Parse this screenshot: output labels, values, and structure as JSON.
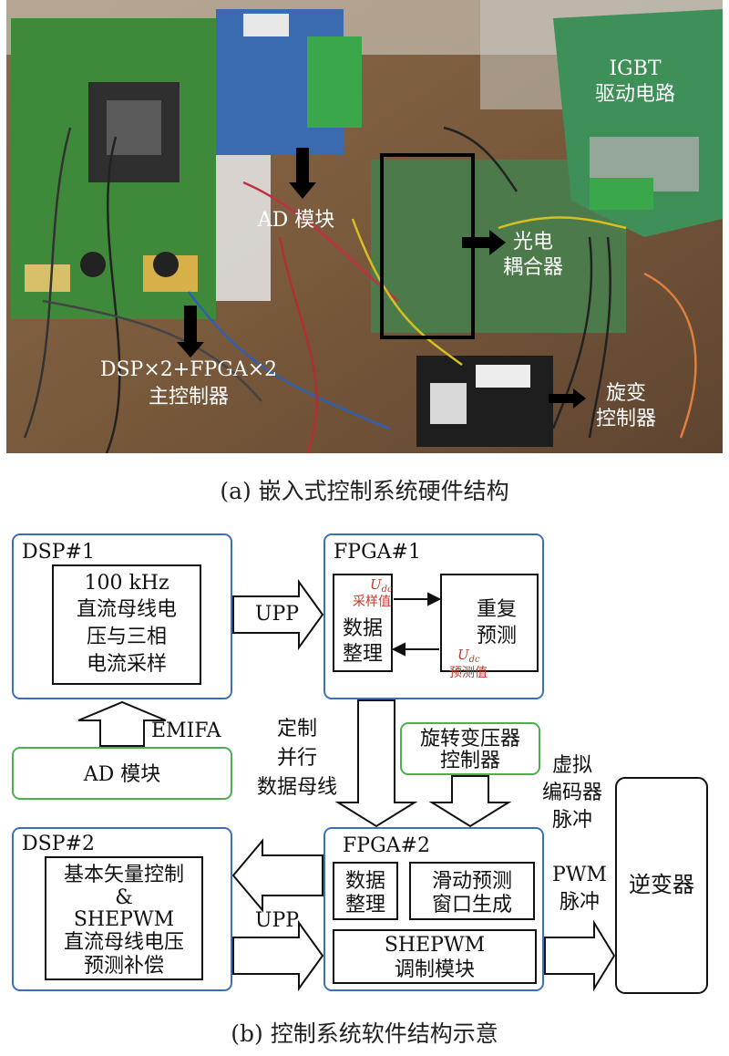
{
  "photo": {
    "labels": {
      "igbt_line1": "IGBT",
      "igbt_line2": "驱动电路",
      "ad": "AD 模块",
      "optocoupler_line1": "光电",
      "optocoupler_line2": "耦合器",
      "main_line1": "DSP×2+FPGA×2",
      "main_line2": "主控制器",
      "resolver_line1": "旋变",
      "resolver_line2": "控制器"
    }
  },
  "caption_a": "(a) 嵌入式控制系统硬件结构",
  "caption_b": "(b) 控制系统软件结构示意",
  "diagram": {
    "dsp1": {
      "title": "DSP#1",
      "lines": [
        "100 kHz",
        "直流母线电",
        "压与三相",
        "电流采样"
      ]
    },
    "fpga1": {
      "title": "FPGA#1",
      "left_lines": [
        "数据",
        "整理"
      ],
      "right_lines": [
        "重复",
        "预测"
      ],
      "udc_symbol": "U",
      "udc_sub": "dc",
      "udc_sample": "采样值",
      "udc_predict": "预测值"
    },
    "upp_top": "UPP",
    "emifa": "EMIFA",
    "ad_module": "AD 模块",
    "custom_bus": [
      "定制",
      "并行",
      "数据母线"
    ],
    "resolver": [
      "旋转变压器",
      "控制器"
    ],
    "virtual_encoder": [
      "虚拟",
      "编码器",
      "脉冲"
    ],
    "dsp2": {
      "title": "DSP#2",
      "lines": [
        "基本矢量控制",
        "&",
        "SHEPWM",
        "直流母线电压",
        "预测补偿"
      ]
    },
    "upp_bottom": "UPP",
    "fpga2": {
      "title": "FPGA#2",
      "data_lines": [
        "数据",
        "整理"
      ],
      "window_lines": [
        "滑动预测",
        "窗口生成"
      ],
      "shepwm_lines": [
        "SHEPWM",
        "调制模块"
      ]
    },
    "pwm": [
      "PWM",
      "脉冲"
    ],
    "inverter": "逆变器",
    "colors": {
      "blue_border": "#3d6fb8",
      "green_border": "#4caf50",
      "red_text": "#c0392b"
    }
  }
}
